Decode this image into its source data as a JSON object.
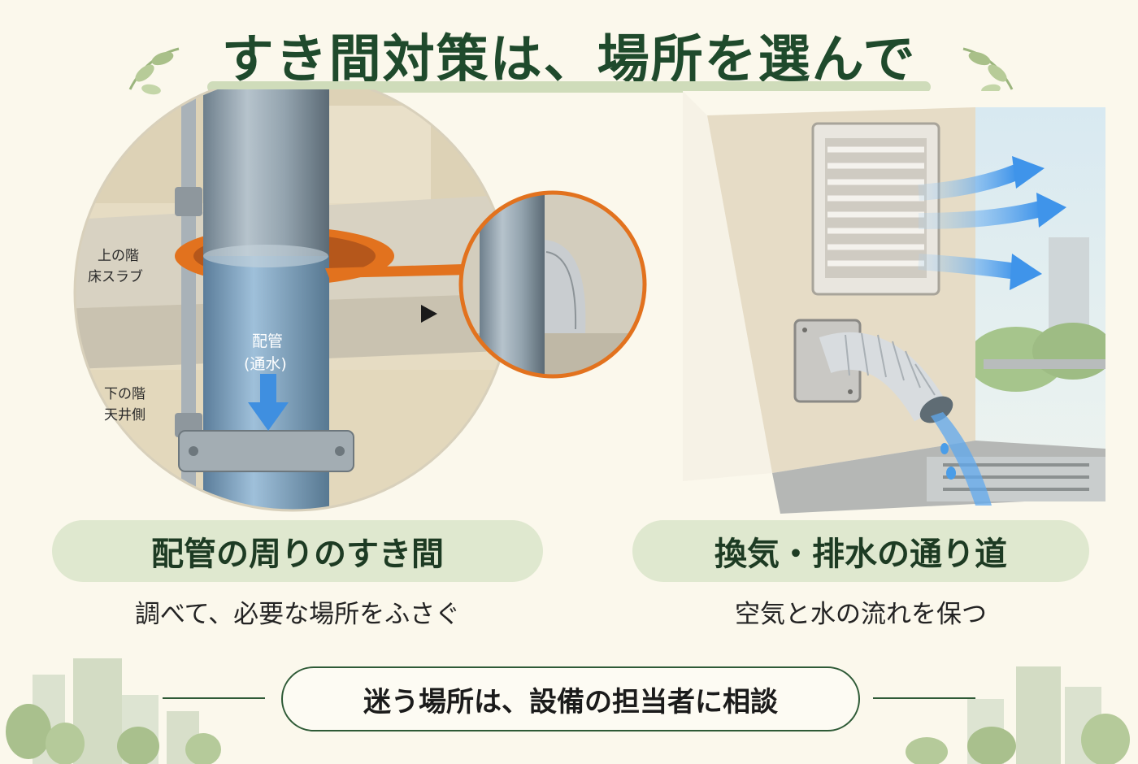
{
  "title": "すき間対策は、場所を選んで",
  "left_panel": {
    "label_upper": [
      "上の階",
      "床スラブ"
    ],
    "label_lower": [
      "下の階",
      "天井側"
    ],
    "pipe_label": [
      "配管",
      "(通水)"
    ],
    "heading": "配管の周りのすき間",
    "subtext": "調べて、必要な場所をふさぐ"
  },
  "right_panel": {
    "heading": "換気・排水の通り道",
    "subtext": "空気と水の流れを保つ"
  },
  "footer": {
    "note": "迷う場所は、設備の担当者に相談"
  },
  "colors": {
    "title": "#1f4a2c",
    "accent_orange": "#e2721e",
    "pill_green": "#dfe8cf",
    "water_blue": "#4a9de8"
  }
}
